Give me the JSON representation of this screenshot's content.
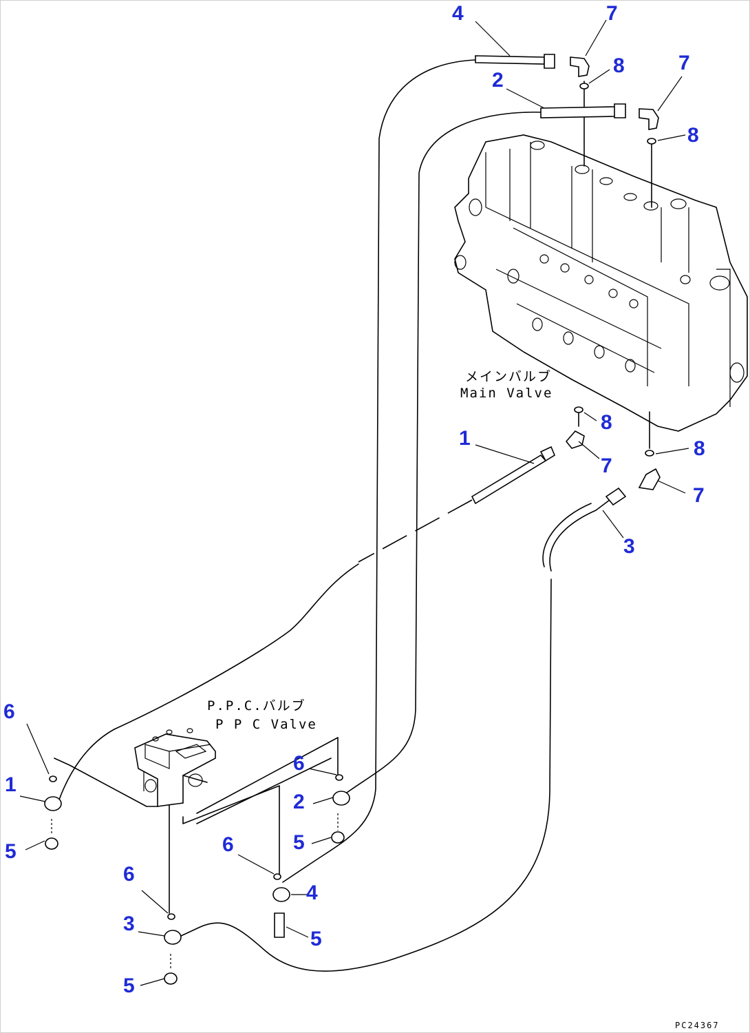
{
  "labels": {
    "main_valve_jp": "メインバルブ",
    "main_valve_en": "Main Valve",
    "ppc_valve_jp": "P.P.C.バルブ",
    "ppc_valve_en": "P P C Valve",
    "drawing_code": "PC24367"
  },
  "callouts": [
    "4",
    "7",
    "2",
    "8",
    "7",
    "8",
    "8",
    "1",
    "8",
    "7",
    "7",
    "3",
    "6",
    "1",
    "5",
    "6",
    "2",
    "5",
    "6",
    "4",
    "5",
    "6",
    "3",
    "5"
  ],
  "colors": {
    "callout": "#1f2bd6",
    "lines": "#000000",
    "background": "#ffffff"
  }
}
